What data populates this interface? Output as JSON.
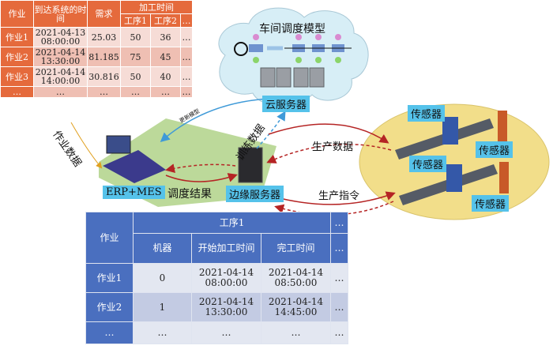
{
  "input_table": {
    "headers": {
      "job": "作业",
      "arrival": "到达系统的时间",
      "demand": "需求",
      "proc_time": "加工时间",
      "op1": "工序1",
      "op2": "工序2",
      "more": "…"
    },
    "rows": [
      {
        "job": "作业1",
        "arrival": "2021-04-13 08:00:00",
        "demand": "25.03",
        "op1": "50",
        "op2": "36",
        "more": "…"
      },
      {
        "job": "作业2",
        "arrival": "2021-04-14 13:30:00",
        "demand": "81.185",
        "op1": "75",
        "op2": "45",
        "more": "…"
      },
      {
        "job": "作业3",
        "arrival": "2021-04-14 14:00:00",
        "demand": "30.816",
        "op1": "50",
        "op2": "40",
        "more": "…"
      },
      {
        "job": "…",
        "arrival": "…",
        "demand": "…",
        "op1": "…",
        "op2": "…",
        "more": "…"
      }
    ]
  },
  "cloud": {
    "title": "车间调度模型",
    "label": "云服务器"
  },
  "edge": {
    "erp_label": "ERP+MES",
    "server_label": "边缘服务器",
    "schedule_result": "调度结果"
  },
  "flows": {
    "job_data": "作业数据",
    "update_model": "更新模型",
    "train_data": "训练数据",
    "production_data": "生产数据",
    "production_command": "生产指令"
  },
  "factory": {
    "sensors": [
      "传感器",
      "传感器",
      "传感器",
      "传感器"
    ]
  },
  "output_table": {
    "headers": {
      "job": "作业",
      "op1": "工序1",
      "more": "…",
      "machine": "机器",
      "start": "开始加工时间",
      "finish": "完工时间"
    },
    "rows": [
      {
        "job": "作业1",
        "machine": "0",
        "start": "2021-04-14 08:00:00",
        "finish": "2021-04-14 08:50:00",
        "more": "…"
      },
      {
        "job": "作业2",
        "machine": "1",
        "start": "2021-04-14 13:30:00",
        "finish": "2021-04-14 14:45:00",
        "more": "…"
      },
      {
        "job": "…",
        "machine": "…",
        "start": "…",
        "finish": "…",
        "more": "…"
      }
    ]
  }
}
